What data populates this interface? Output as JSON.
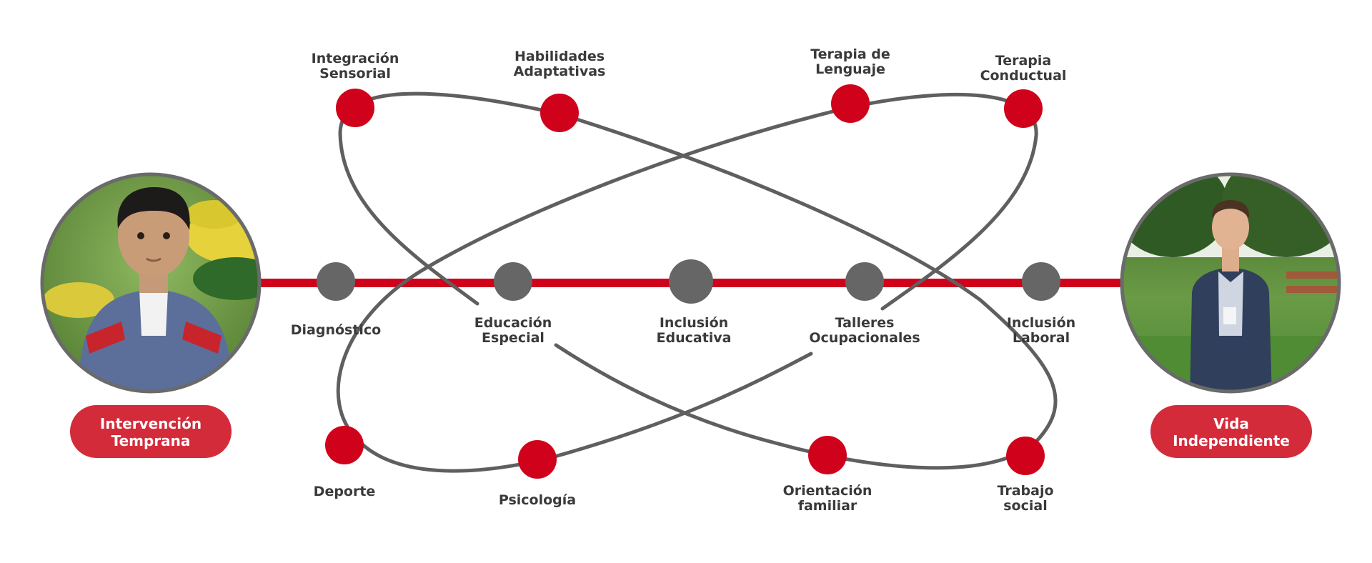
{
  "colors": {
    "red": "#d0021b",
    "gray": "#666666",
    "line_gray": "#5f5f5f",
    "pill_red": "#d42b3a",
    "text": "#3a3a3a"
  },
  "endpoints": {
    "left": {
      "image": "photo-of-child",
      "label_lines": [
        "Intervención",
        "Temprana"
      ]
    },
    "right": {
      "image": "photo-of-adult-man",
      "label_lines": [
        "Vida",
        "Independiente"
      ]
    }
  },
  "main_stages": [
    {
      "id": "diagnostico",
      "lines": [
        "Diagnóstico"
      ]
    },
    {
      "id": "educacion-especial",
      "lines": [
        "Educación",
        "Especial"
      ]
    },
    {
      "id": "inclusion-educativa",
      "lines": [
        "Inclusión",
        "Educativa"
      ]
    },
    {
      "id": "talleres-ocupacionales",
      "lines": [
        "Talleres",
        "Ocupacionales"
      ]
    },
    {
      "id": "inclusion-laboral",
      "lines": [
        "Inclusión",
        "Laboral"
      ]
    }
  ],
  "therapies": [
    {
      "id": "integracion-sensorial",
      "lines": [
        "Integración",
        "Sensorial"
      ]
    },
    {
      "id": "habilidades-adaptativas",
      "lines": [
        "Habilidades",
        "Adaptativas"
      ]
    },
    {
      "id": "terapia-de-lenguaje",
      "lines": [
        "Terapia de",
        "Lenguaje"
      ]
    },
    {
      "id": "terapia-conductual",
      "lines": [
        "Terapia",
        "Conductual"
      ]
    },
    {
      "id": "deporte",
      "lines": [
        "Deporte"
      ]
    },
    {
      "id": "psicologia",
      "lines": [
        "Psicología"
      ]
    },
    {
      "id": "orientacion-familiar",
      "lines": [
        "Orientación",
        "familiar"
      ]
    },
    {
      "id": "trabajo-social",
      "lines": [
        "Trabajo",
        "social"
      ]
    }
  ]
}
